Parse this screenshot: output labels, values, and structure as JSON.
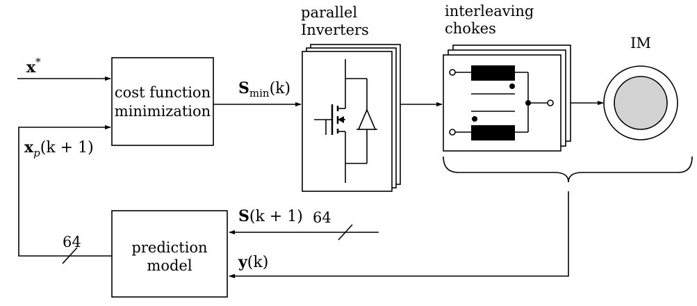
{
  "blocks": {
    "cost_function": {
      "line1": "cost function",
      "line2": "minimization"
    },
    "prediction_model": {
      "line1": "prediction",
      "line2": "model"
    },
    "inverters": {
      "line1": "parallel",
      "line2": "Inverters"
    },
    "chokes": {
      "line1": "interleaving",
      "line2": "chokes"
    },
    "motor": {
      "label": "IM"
    }
  },
  "signals": {
    "reference": {
      "symbol": "x",
      "sup": "*"
    },
    "predicted_state": {
      "symbol": "x",
      "sub": "p",
      "arg": "(k + 1)"
    },
    "switching_min": {
      "symbol": "S",
      "sub": "min",
      "arg": "(k)"
    },
    "switching_next": {
      "symbol": "S",
      "arg": "(k + 1)"
    },
    "measurement": {
      "symbol": "y",
      "arg": "(k)"
    }
  },
  "bus_widths": {
    "feedback_bus": "64",
    "switching_bus": "64"
  }
}
